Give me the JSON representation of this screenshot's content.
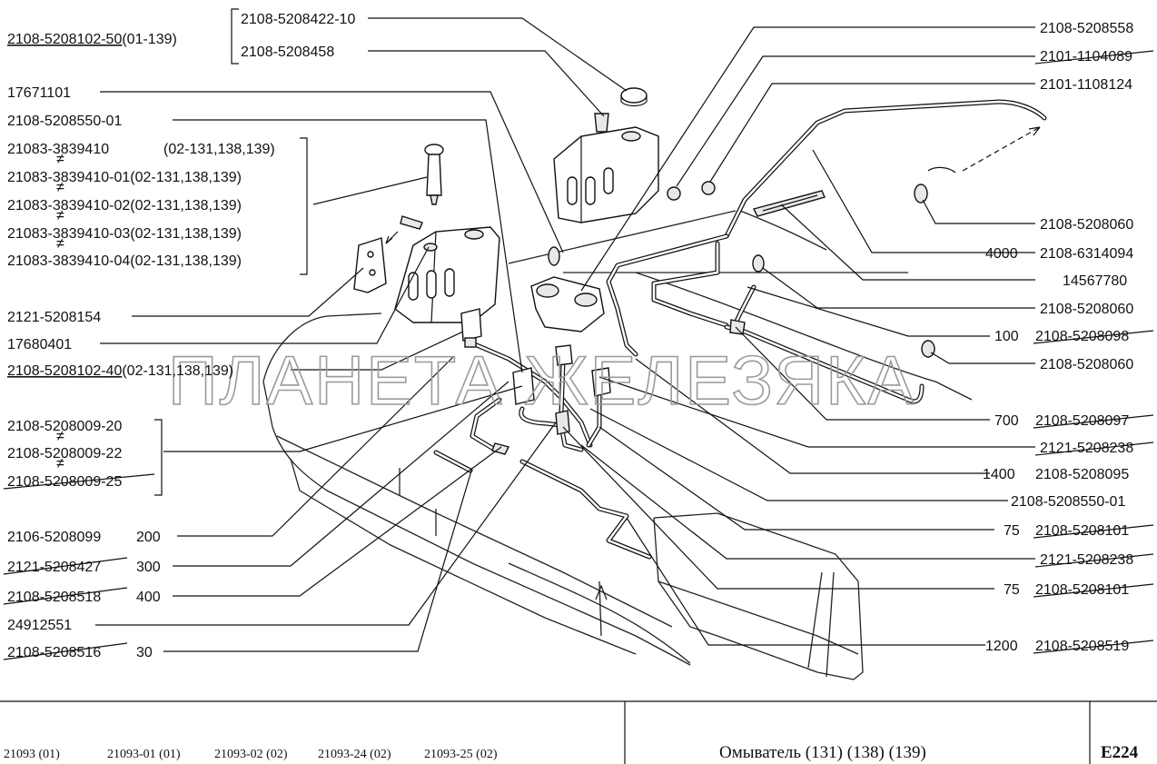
{
  "labels_left": [
    {
      "text": "2108-5208102-50",
      "suffix": "(01-139)",
      "underlined": true
    },
    {
      "text": "17671101"
    },
    {
      "text": "2108-5208550-01"
    },
    {
      "text": "21083-3839410",
      "suffix": "(02-131,138,139)"
    },
    {
      "text": "21083-3839410-01",
      "suffix": "(02-131,138,139)"
    },
    {
      "text": "21083-3839410-02",
      "suffix": "(02-131,138,139)"
    },
    {
      "text": "21083-3839410-03",
      "suffix": "(02-131,138,139)"
    },
    {
      "text": "21083-3839410-04",
      "suffix": "(02-131,138,139)"
    },
    {
      "text": "2121-5208154"
    },
    {
      "text": "17680401"
    },
    {
      "text": "2108-5208102-40",
      "suffix": "(02-131,138,139)",
      "underlined": true
    },
    {
      "text": "2108-5208009-20"
    },
    {
      "text": "2108-5208009-22"
    },
    {
      "text": "2108-5208009-25",
      "struck": true
    },
    {
      "text": "2106-5208099",
      "qty": "200"
    },
    {
      "text": "2121-5208427",
      "qty": "300",
      "struck": true
    },
    {
      "text": "2108-5208518",
      "qty": "400",
      "struck": true
    },
    {
      "text": "24912551"
    },
    {
      "text": "2108-5208516",
      "qty": "30",
      "struck": true
    }
  ],
  "labels_top": [
    {
      "text": "2108-5208422-10"
    },
    {
      "text": "2108-5208458"
    }
  ],
  "labels_right": [
    {
      "text": "2108-5208558"
    },
    {
      "text": "2101-1104089",
      "struck": true
    },
    {
      "text": "2101-1108124"
    },
    {
      "text": "2108-5208060"
    },
    {
      "text": "2108-6314094",
      "qty": "4000"
    },
    {
      "text": "14567780"
    },
    {
      "text": "2108-5208060"
    },
    {
      "text": "2108-5208098",
      "qty": "100",
      "struck": true
    },
    {
      "text": "2108-5208060"
    },
    {
      "text": "2108-5208097",
      "qty": "700",
      "struck": true
    },
    {
      "text": "2121-5208238",
      "struck": true
    },
    {
      "text": "2108-5208095",
      "qty": "1400"
    },
    {
      "text": "2108-5208550-01"
    },
    {
      "text": "2108-5208101",
      "qty": "75",
      "struck": true
    },
    {
      "text": "2121-5208238",
      "struck": true
    },
    {
      "text": "2108-5208101",
      "qty": "75",
      "struck": true
    },
    {
      "text": "2108-5208519",
      "qty": "1200",
      "struck": true
    }
  ],
  "watermark": "ПЛАНЕТА ЖЕЛЕЗЯКА",
  "footer": {
    "models": [
      "21093 (01)",
      "21093-01 (01)",
      "21093-02 (02)",
      "21093-24 (02)",
      "21093-25 (02)"
    ],
    "title": "Омыватель (131) (138) (139)",
    "code": "E224"
  }
}
